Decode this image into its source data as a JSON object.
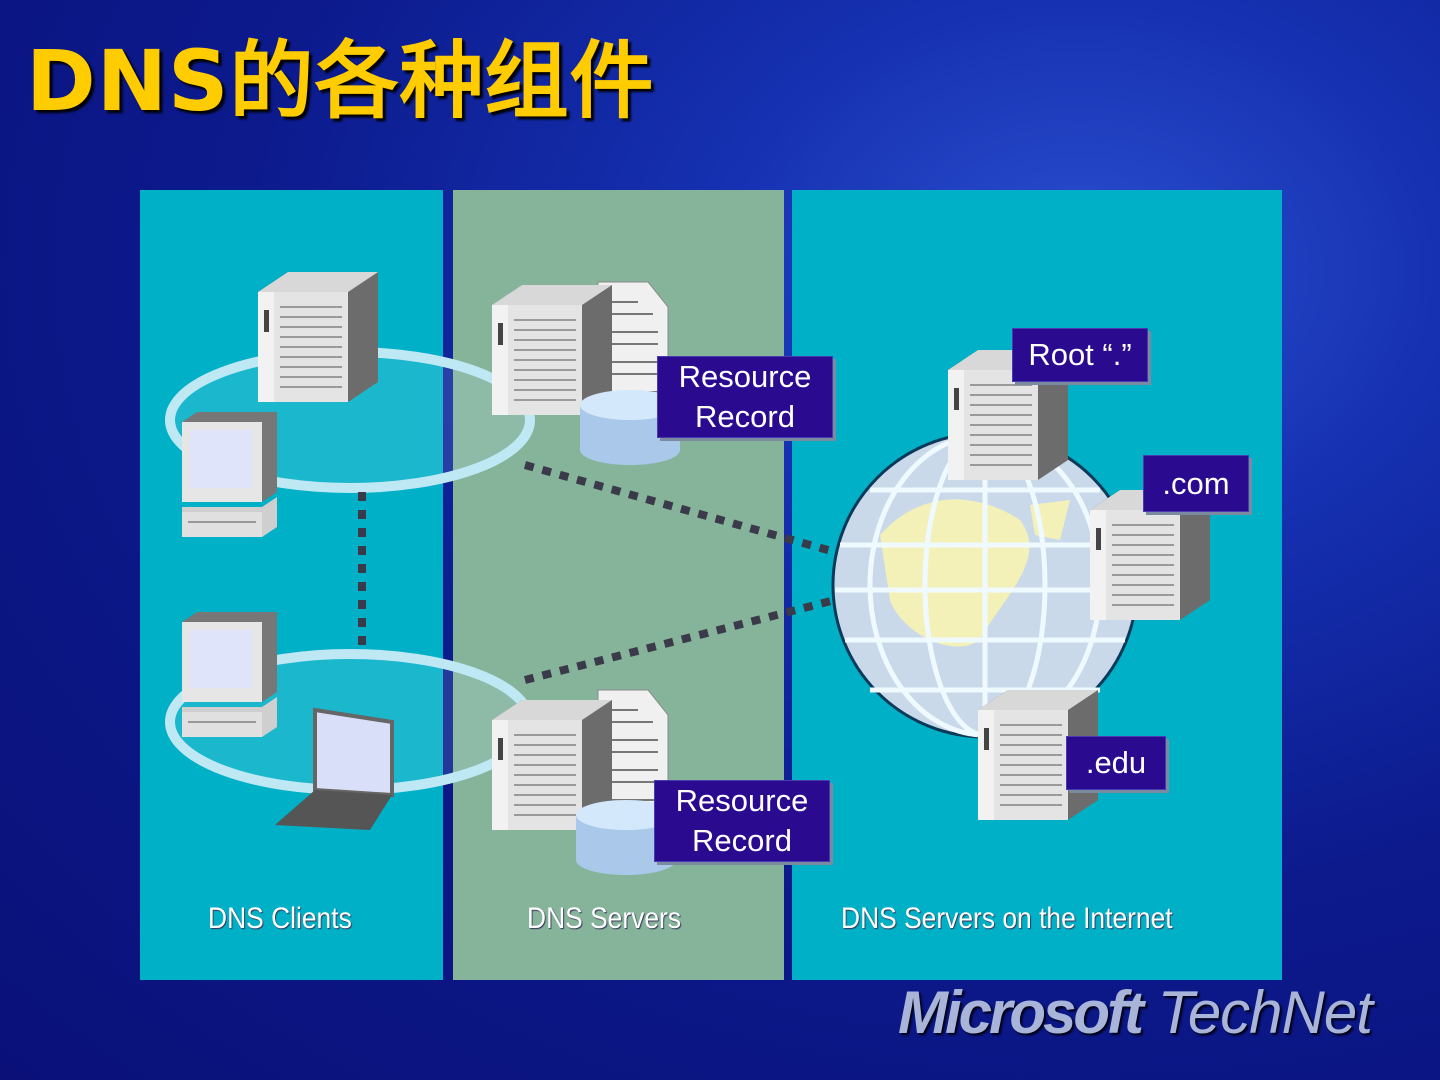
{
  "title": "DNS的各种组件",
  "panels": [
    {
      "label": "DNS Clients"
    },
    {
      "label": "DNS Servers"
    },
    {
      "label": "DNS Servers on the Internet"
    }
  ],
  "tags": {
    "resource_record_1": [
      "Resource",
      "Record"
    ],
    "resource_record_2": [
      "Resource",
      "Record"
    ],
    "root": "Root “.”",
    "com": ".com",
    "edu": ".edu"
  },
  "brand": {
    "part1": "Microsoft",
    "part2": "TechNet"
  },
  "colors": {
    "title": "#ffcc00",
    "panel_teal": "#00b0c6",
    "panel_green": "#86b49a",
    "tag_bg": "#2a0a8e"
  }
}
